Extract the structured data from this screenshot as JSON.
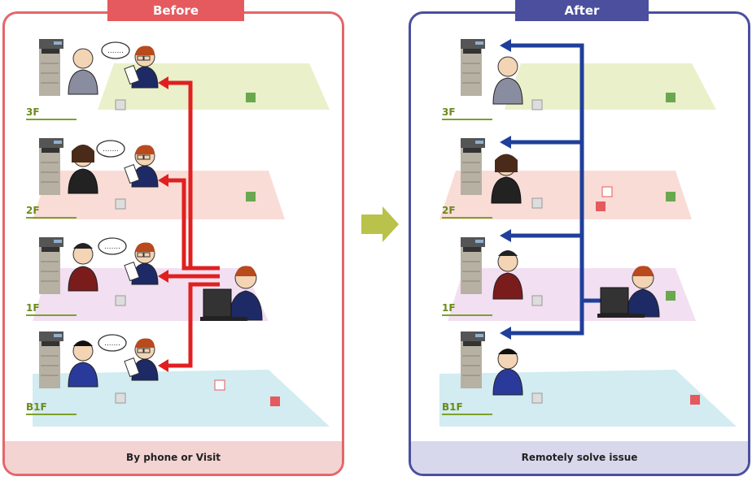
{
  "before": {
    "title": "Before",
    "footer": "By phone or Visit",
    "floors": [
      "3F",
      "2F",
      "1F",
      "B1F"
    ]
  },
  "after": {
    "title": "After",
    "footer": "Remotely solve issue",
    "floors": [
      "3F",
      "2F",
      "1F",
      "B1F"
    ]
  },
  "colors": {
    "before_accent": "#e45a5e",
    "after_accent": "#4b4f9e",
    "red_arrow": "#e02020",
    "blue_arrow": "#1f3f9a",
    "transition_arrow": "#b9c24a"
  },
  "icons": [
    "copier-icon",
    "person-icon",
    "speech-bubble-icon",
    "laptop-icon",
    "elevator-icon",
    "escalator-icon",
    "restroom-icon",
    "aed-icon",
    "floor-map"
  ]
}
